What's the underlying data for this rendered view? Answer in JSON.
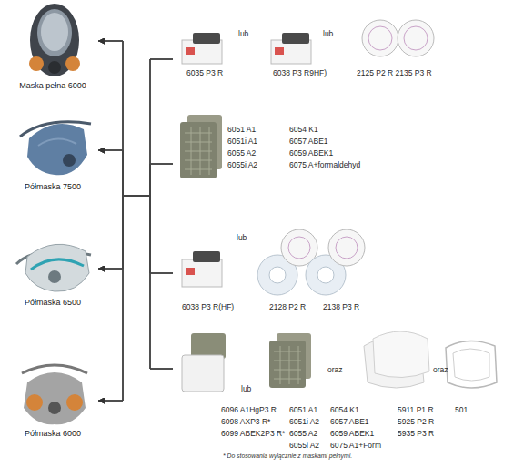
{
  "diagram": {
    "nodes": [
      {
        "text": [
          "Maska pełna 6000"
        ]
      },
      {
        "text": [
          "Półmaska 7500"
        ]
      },
      {
        "text": [
          "Półmaska 6500"
        ]
      },
      {
        "text": [
          "Półmaska 6000"
        ]
      },
      {
        "text": [
          "6035 P3 R",
          "lub",
          "6038 P3 R9HF)",
          "lub",
          "2125 P2 R 2135 P3 R"
        ]
      },
      {
        "text": [
          "6051 A1",
          "6051i A1",
          "6055 A2",
          "6055i A2",
          "6054 K1",
          "6057 ABE1",
          "6059 ABEK1",
          "6075 A+formaldehyd"
        ]
      },
      {
        "text": [
          "6038 P3 R(HF)",
          "lub",
          "2128 P2 R",
          "2138 P3 R"
        ]
      },
      {
        "text": [
          "lub",
          "oraz",
          "oraz",
          "6096 A1HgP3 R",
          "6098 AXP3 R*",
          "6099 ABEK2P3 R*",
          "6051 A1",
          "6051i A2",
          "6055 A2",
          "6055i A2",
          "6054 K1",
          "6057 ABE1",
          "6059 ABEK1",
          "6075 A1+Form",
          "5911 P1 R",
          "5925 P2 R",
          "5935 P3 R",
          "501"
        ]
      }
    ],
    "edges": [
      {
        "from": 4,
        "to": 0,
        "arrow": "to"
      },
      {
        "from": 4,
        "to": 1,
        "arrow": "to"
      },
      {
        "from": 4,
        "to": 2,
        "arrow": "to"
      },
      {
        "from": 4,
        "to": 3,
        "arrow": "to"
      },
      {
        "from": 5,
        "to": 0,
        "arrow": "to"
      },
      {
        "from": 5,
        "to": 1,
        "arrow": "to"
      },
      {
        "from": 5,
        "to": 2,
        "arrow": "to"
      },
      {
        "from": 5,
        "to": 3,
        "arrow": "to"
      },
      {
        "from": 6,
        "to": 0,
        "arrow": "to"
      },
      {
        "from": 6,
        "to": 1,
        "arrow": "to"
      },
      {
        "from": 6,
        "to": 2,
        "arrow": "to"
      },
      {
        "from": 6,
        "to": 3,
        "arrow": "to"
      },
      {
        "from": 7,
        "to": 0,
        "arrow": "to"
      },
      {
        "from": 7,
        "to": 1,
        "arrow": "to"
      },
      {
        "from": 7,
        "to": 2,
        "arrow": "to"
      },
      {
        "from": 7,
        "to": 3,
        "arrow": "to"
      }
    ],
    "labels": [
      "* Do stosowania wyłącznie z maskami pełnymi."
    ]
  }
}
